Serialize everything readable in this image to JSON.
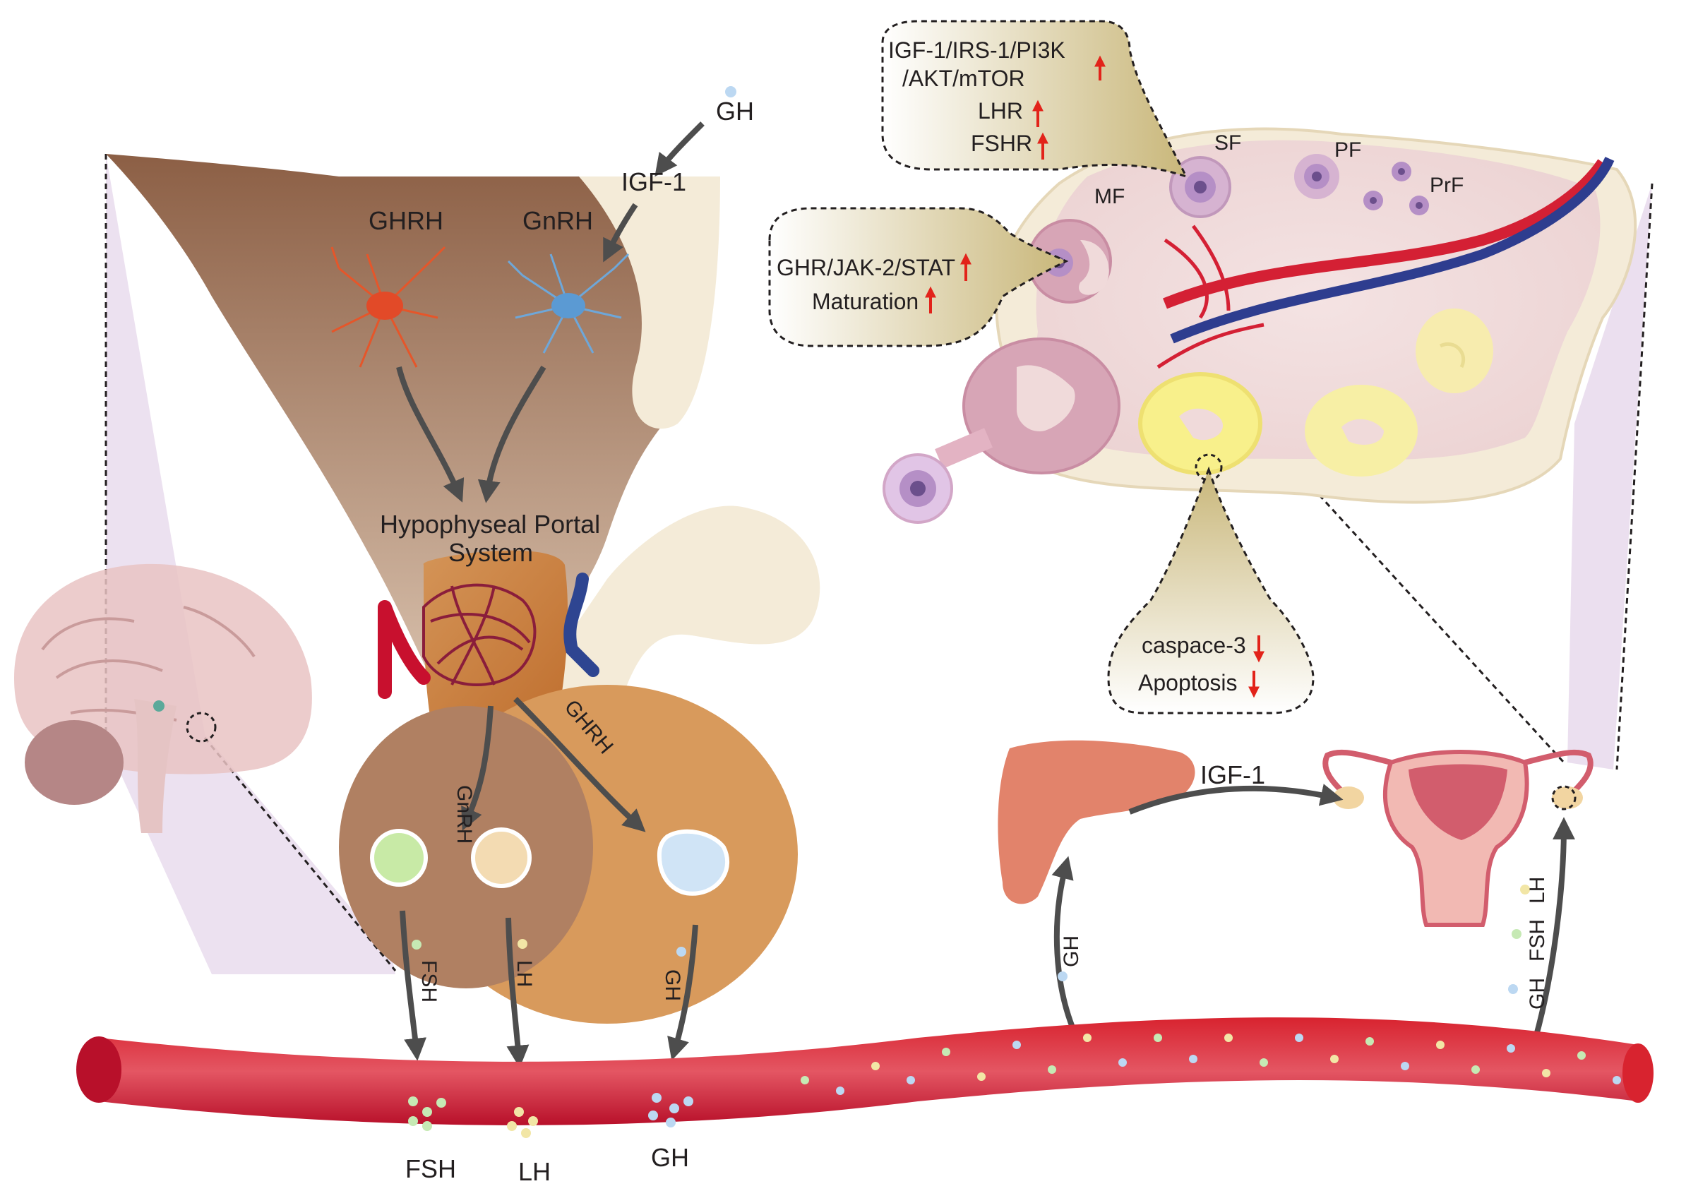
{
  "hypothalamus": {
    "ghrh_label": "GHRH",
    "gnrh_label": "GnRH",
    "igf1_label": "IGF-1",
    "gh_label": "GH"
  },
  "pituitary": {
    "portal_line1": "Hypophyseal Portal",
    "portal_line2": "System",
    "gnrh_arrow": "GnRH",
    "ghrh_arrow": "GHRH",
    "fsh_arrow": "FSH",
    "lh_arrow": "LH",
    "gh_arrow": "GH"
  },
  "bloodstream": {
    "fsh_cluster": "FSH",
    "lh_cluster": "LH",
    "gh_cluster": "GH"
  },
  "ovary": {
    "sf": "SF",
    "pf": "PF",
    "prf": "PrF",
    "mf": "MF",
    "callout_top": {
      "line1": "IGF-1/IRS-1/PI3K",
      "line2": "/AKT/mTOR",
      "line3": "LHR",
      "line4": "FSHR"
    },
    "callout_mid": {
      "line1": "GHR/JAK-2/STAT",
      "line2": "Maturation"
    },
    "callout_bottom": {
      "line1": "caspace-3",
      "line2": "Apoptosis"
    }
  },
  "systemic": {
    "liver_igf1": "IGF-1",
    "liver_gh": "GH",
    "uterus_fsh": "FSH",
    "uterus_lh": "LH",
    "uterus_gh": "GH"
  },
  "colors": {
    "up_arrow": "#e2231a",
    "down_arrow": "#e2231a",
    "flow_arrow": "#4d4d4d",
    "blood_vessel": "#c8102e",
    "gh_dot": "#bcd8f2",
    "fsh_dot": "#c6e9b4",
    "lh_dot": "#f2e6a6"
  }
}
